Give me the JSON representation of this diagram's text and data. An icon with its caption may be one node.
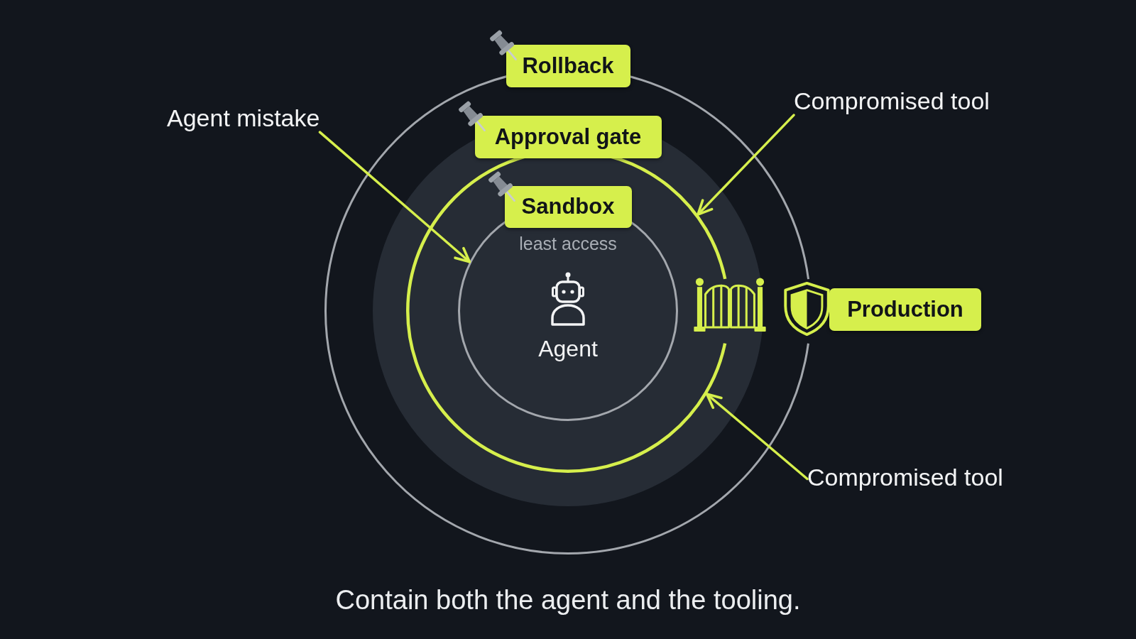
{
  "diagram": {
    "caption": "Contain both the agent and the tooling.",
    "nodes": [
      {
        "text": [
          "Rollback"
        ]
      },
      {
        "text": [
          "Approval gate"
        ],
        "in": 0
      },
      {
        "text": [
          "Sandbox",
          "least access"
        ],
        "in": 1
      },
      {
        "text": [
          "Agent"
        ],
        "in": 2
      },
      {
        "text": [
          "Agent mistake"
        ]
      },
      {
        "text": [
          "Compromised tool"
        ]
      },
      {
        "text": [
          "Compromised tool"
        ]
      },
      {
        "text": [
          "Production"
        ]
      }
    ],
    "edges": [
      {
        "from": 4,
        "to": 2,
        "arrow": "to"
      },
      {
        "from": 5,
        "to": 1,
        "arrow": "to"
      },
      {
        "from": 6,
        "to": 1,
        "arrow": "to"
      }
    ]
  }
}
